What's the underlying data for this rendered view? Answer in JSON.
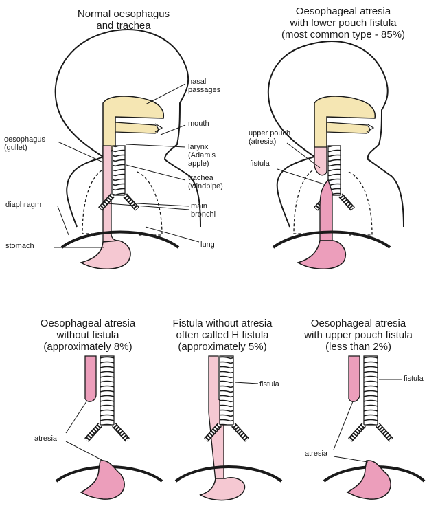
{
  "panels": {
    "normal": {
      "title": [
        "Normal oesophagus",
        "and trachea"
      ],
      "labels": {
        "nasal": [
          "nasal",
          "passages"
        ],
        "mouth": [
          "mouth"
        ],
        "larynx": [
          "larynx",
          "(Adam's",
          "apple)"
        ],
        "trachea": [
          "trachea",
          "(windpipe)"
        ],
        "oesophagus": [
          "oesophagus",
          "(gullet)"
        ],
        "bronchi": [
          "main",
          "bronchi"
        ],
        "diaphragm": [
          "diaphragm"
        ],
        "stomach": [
          "stomach"
        ],
        "lung": [
          "lung"
        ]
      }
    },
    "lower_pouch": {
      "title": [
        "Oesophageal atresia",
        "with lower pouch fistula",
        "(most common type - 85%)"
      ],
      "labels": {
        "upper_pouch": [
          "upper pouch",
          "(atresia)"
        ],
        "fistula": [
          "fistula"
        ]
      }
    },
    "without_fistula": {
      "title": [
        "Oesophageal atresia",
        "without fistula",
        "(approximately 8%)"
      ],
      "labels": {
        "atresia": [
          "atresia"
        ]
      }
    },
    "h_fistula": {
      "title": [
        "Fistula without atresia",
        "often called H fistula",
        "(approximately 5%)"
      ],
      "labels": {
        "fistula": [
          "fistula"
        ]
      }
    },
    "upper_pouch": {
      "title": [
        "Oesophageal atresia",
        "with upper pouch fistula",
        "(less than 2%)"
      ],
      "labels": {
        "fistula": [
          "fistula"
        ],
        "atresia": [
          "atresia"
        ]
      }
    }
  },
  "colors": {
    "nasal_fill": "#f5e6b3",
    "oesophagus_fill": "#f5c8d2",
    "stomach_fill": "#ec9ebb",
    "outline": "#1a1a1a"
  }
}
